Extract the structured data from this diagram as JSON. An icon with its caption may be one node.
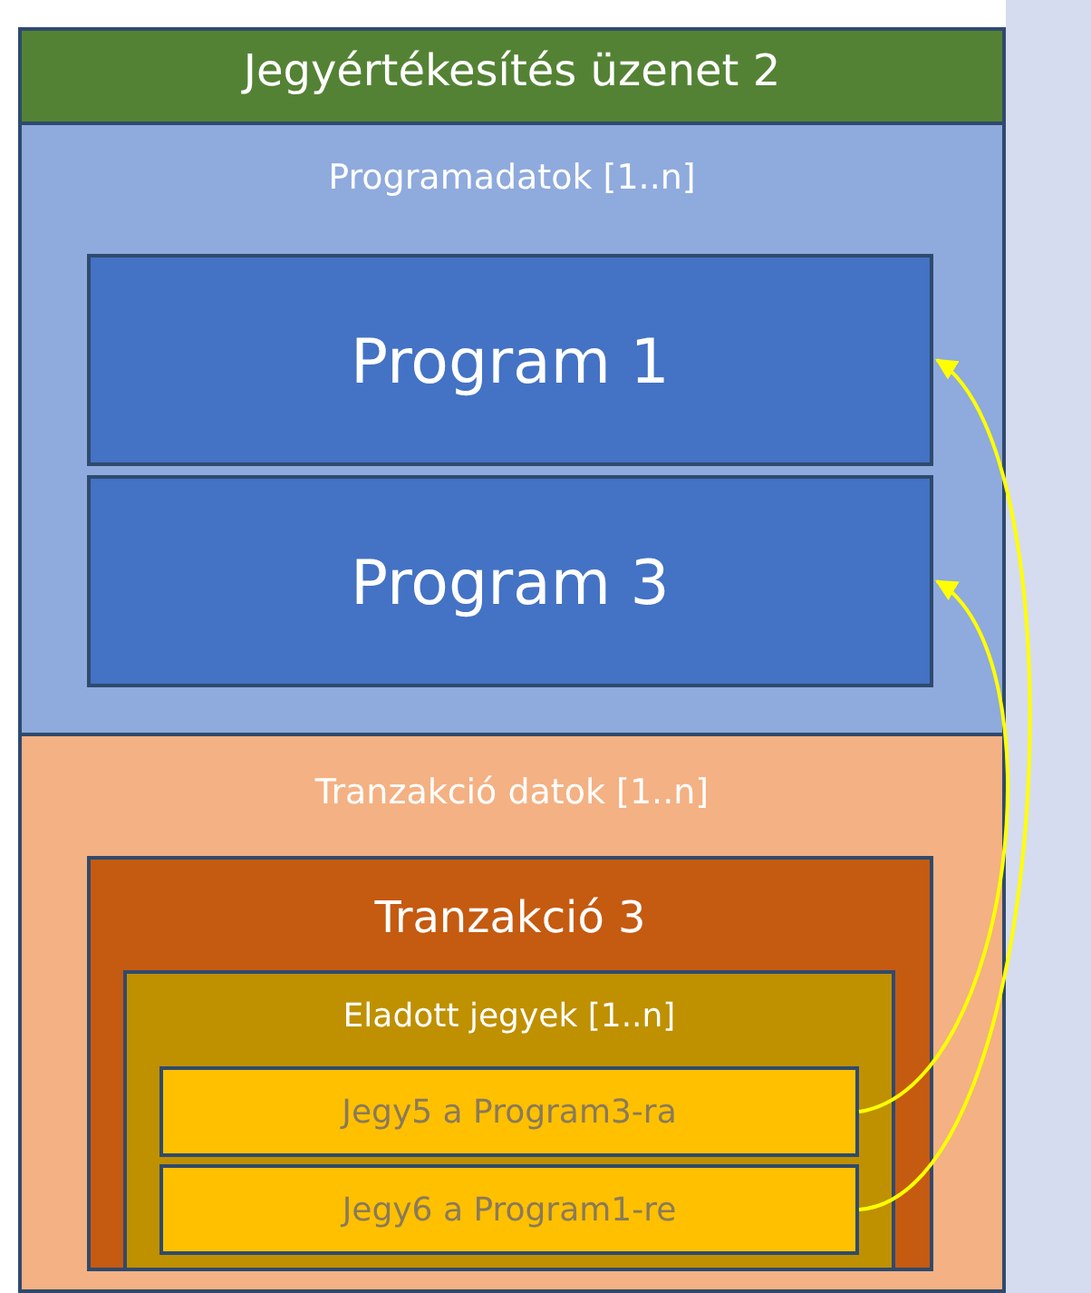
{
  "diagram": {
    "nodes": [
      {
        "text": [
          "Jegyértékesítés üzenet 2"
        ]
      },
      {
        "text": [
          "Programadatok [1..n]"
        ]
      },
      {
        "text": [
          "Program 1"
        ],
        "in": 1
      },
      {
        "text": [
          "Program 3"
        ],
        "in": 1
      },
      {
        "text": [
          "Tranzakció datok [1..n]"
        ]
      },
      {
        "text": [
          "Tranzakció 3"
        ],
        "in": 4
      },
      {
        "text": [
          "Eladott jegyek [1..n]"
        ],
        "in": 5
      },
      {
        "text": [
          "Jegy5 a Program3-ra"
        ],
        "in": 6
      },
      {
        "text": [
          "Jegy6 a Program1-re"
        ],
        "in": 6
      }
    ],
    "edges": [
      {
        "from": 7,
        "to": 3,
        "arrow": "to"
      },
      {
        "from": 8,
        "to": 2,
        "arrow": "to"
      }
    ]
  }
}
